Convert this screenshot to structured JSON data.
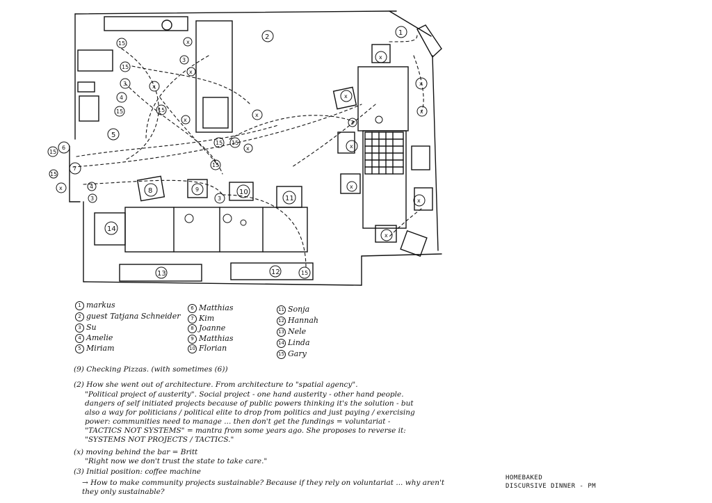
{
  "participants": [
    {
      "num": "1",
      "name": "markus"
    },
    {
      "num": "2",
      "name": "guest Tatjana Schneider"
    },
    {
      "num": "3",
      "name": "Su"
    },
    {
      "num": "4",
      "name": "Amelie"
    },
    {
      "num": "5",
      "name": "Miriam"
    },
    {
      "num": "6",
      "name": "Matthias"
    },
    {
      "num": "7",
      "name": "Kim"
    },
    {
      "num": "8",
      "name": "Joanne"
    },
    {
      "num": "9",
      "name": "Matthias"
    },
    {
      "num": "10",
      "name": "Florian"
    },
    {
      "num": "11",
      "name": "Sonja"
    },
    {
      "num": "12",
      "name": "Hannah"
    },
    {
      "num": "13",
      "name": "Nele"
    },
    {
      "num": "14",
      "name": "Linda"
    },
    {
      "num": "15",
      "name": "Gary"
    }
  ],
  "notes": [
    "(9) Checking Pizzas. (with sometimes (6))",
    "(2) How she went out of architecture. From architecture to \"spatial agency\".",
    "\"Political project of austerity\". Social project - one hand austerity - other hand people.",
    "dangers of self initiated projects because of public powers thinking it's the solution - but",
    "also a way for politicians / political elite to drop from politics and just paying / exercising",
    "power: communities need to manage ... then don't get the fundings = voluntariat -",
    "\"TACTICS NOT SYSTEMS\" = mantra from some years ago. She proposes to reverse it:",
    "\"SYSTEMS NOT PROJECTS / TACTICS.\"",
    "(x) moving behind the bar = Britt",
    "\"Right now we don't trust the state to take care.\"",
    "(3) Initial position: coffee machine",
    "→ How to make community projects sustainable? Because if they rely on voluntariat ... why aren't",
    "they only sustainable?"
  ],
  "caption": {
    "line1": "HOMEBAKED",
    "line2": "DISCURSIVE DINNER - PM"
  },
  "plan_labels": {
    "1": "1",
    "2": "2",
    "3": "3",
    "4": "4",
    "5": "5",
    "6": "6",
    "7": "7",
    "8": "8",
    "9": "9",
    "10": "10",
    "11": "11",
    "12": "12",
    "13": "13",
    "14": "14",
    "15": "15",
    "x": "x"
  }
}
